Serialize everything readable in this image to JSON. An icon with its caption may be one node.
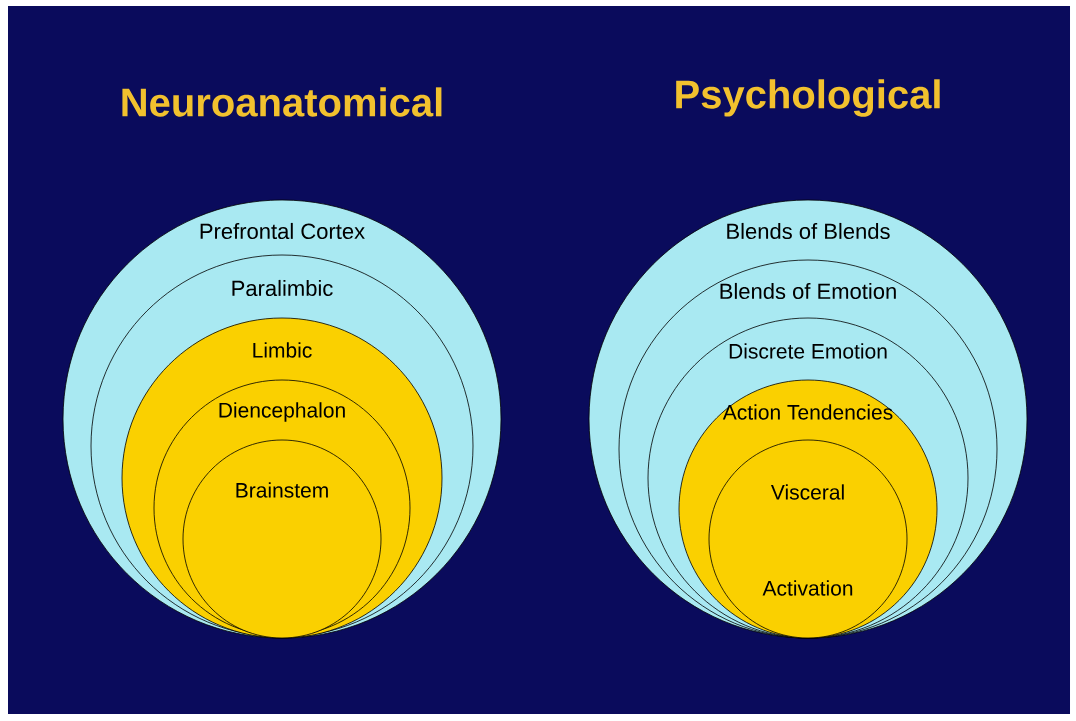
{
  "diagram": {
    "nodes": [
      {
        "text": [
          "Prefrontal Cortex"
        ]
      },
      {
        "text": [
          "Paralimbic"
        ],
        "in": 0
      },
      {
        "text": [
          "Limbic"
        ],
        "in": 1
      },
      {
        "text": [
          "Diencephalon"
        ],
        "in": 2
      },
      {
        "text": [
          "Brainstem"
        ],
        "in": 3
      },
      {
        "text": [
          "Blends of Blends"
        ]
      },
      {
        "text": [
          "Blends of Emotion"
        ],
        "in": 5
      },
      {
        "text": [
          "Discrete Emotion"
        ],
        "in": 6
      },
      {
        "text": [
          "Action Tendencies"
        ],
        "in": 7
      },
      {
        "text": [
          "Visceral",
          "Activation"
        ],
        "in": 8
      }
    ],
    "labels": [
      "Neuroanatomical",
      "Psychological"
    ]
  }
}
